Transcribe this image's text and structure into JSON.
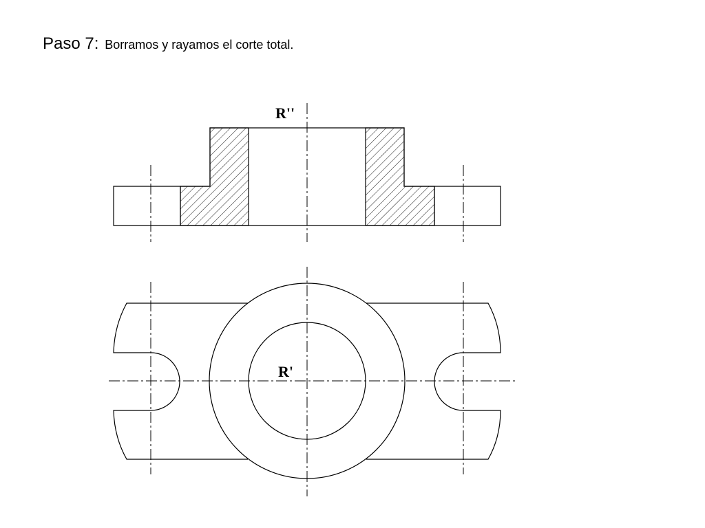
{
  "slide": {
    "step": "Paso 7",
    "colon": ":",
    "caption": "Borramos y rayamos el corte total."
  },
  "drawing": {
    "section_view_label": "R''",
    "plan_view_label": "R'",
    "line_color": "#000000",
    "background_color": "#ffffff"
  }
}
